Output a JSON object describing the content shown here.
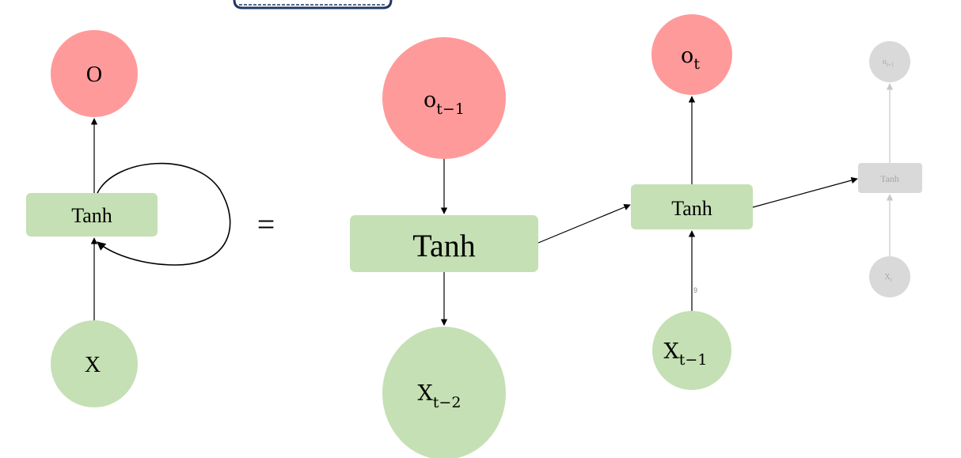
{
  "colors": {
    "output_node": "#ff9a9a",
    "input_node": "#c5e0b4",
    "tanh_box": "#c5e0b4",
    "faded_node": "#d9d9d9",
    "faded_arrow": "#c8c8c8",
    "top_bracket": "#1f3864"
  },
  "folded": {
    "output_label": "O",
    "cell_label": "Tanh",
    "input_label": "X"
  },
  "equals_sign": "=",
  "unrolled": {
    "step_t_minus_2": {
      "output": {
        "base": "o",
        "sub": "t−1"
      },
      "cell": "Tanh",
      "input": {
        "base": "X",
        "sub": "t−2"
      }
    },
    "step_t_minus_1": {
      "output": {
        "base": "o",
        "sub": "t"
      },
      "cell": "Tanh",
      "input": {
        "base": "X",
        "sub": "t−1"
      },
      "stray_mark": "9"
    },
    "step_t": {
      "output": {
        "base": "o",
        "sub": "t+1"
      },
      "cell": "Tanh",
      "input": {
        "base": "X",
        "sub": "t"
      }
    }
  }
}
